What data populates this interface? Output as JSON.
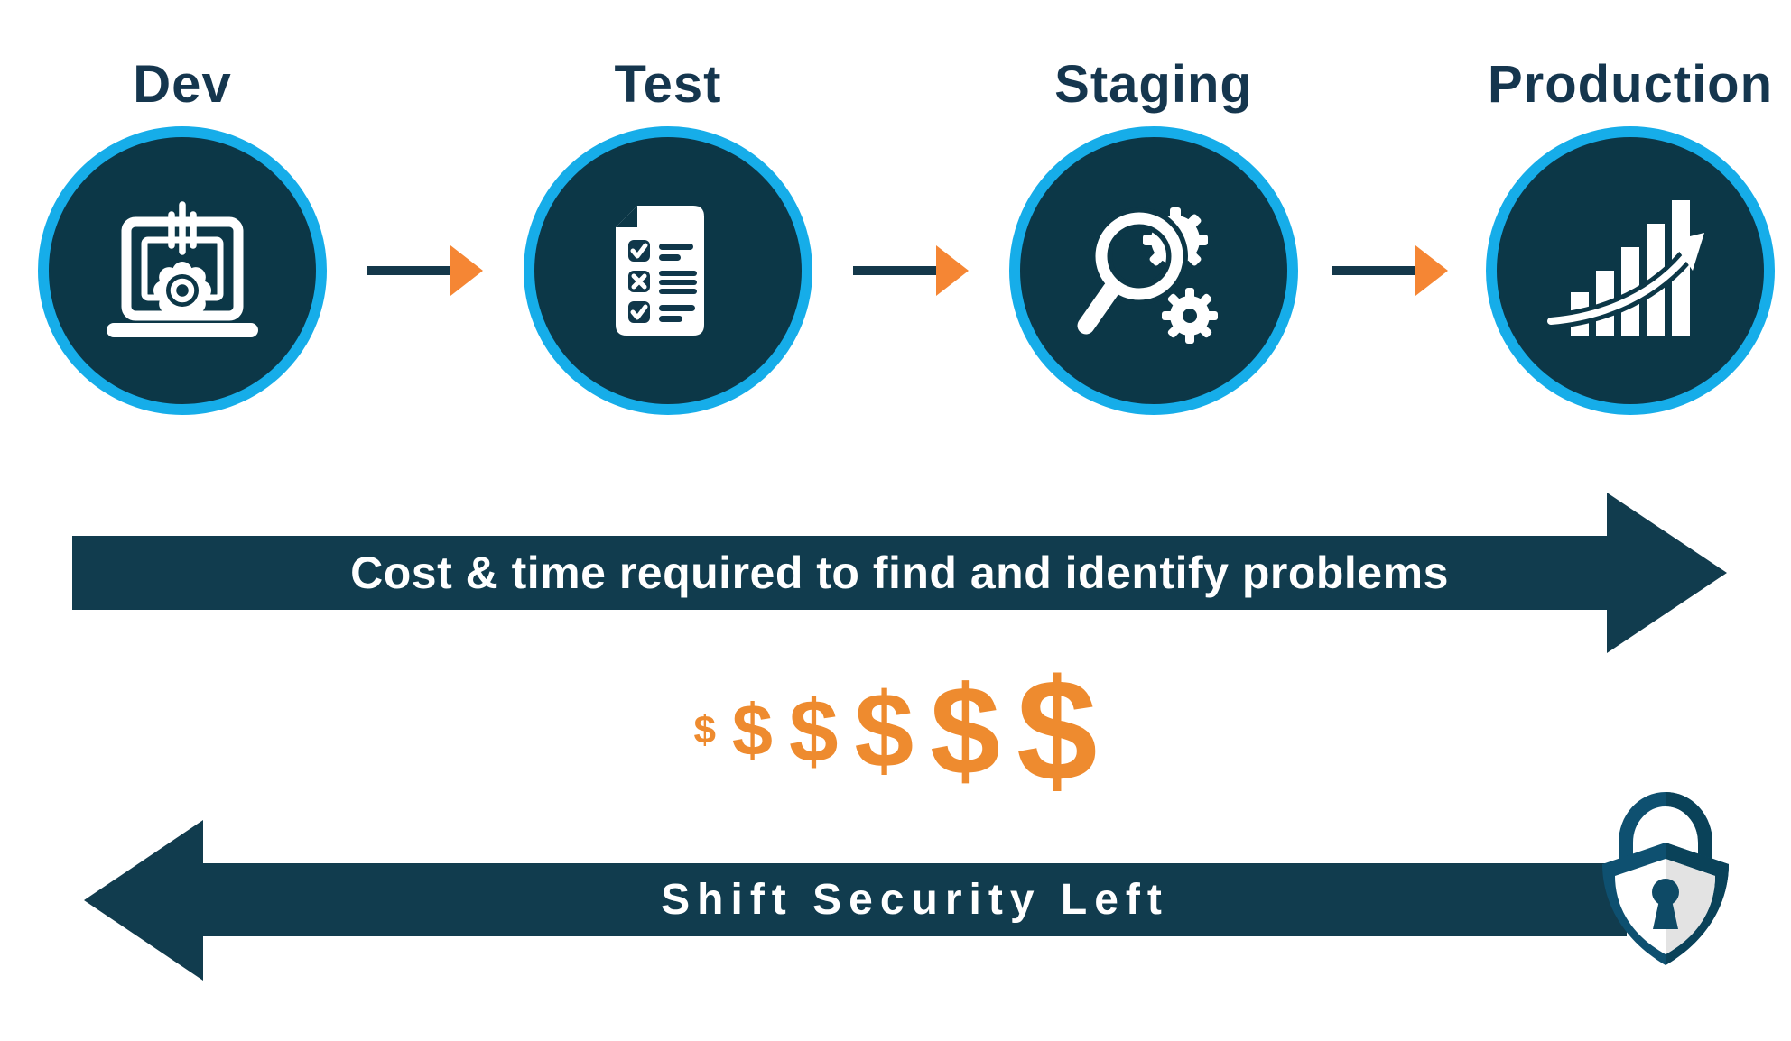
{
  "stages": [
    {
      "label": "Dev",
      "icon": "laptop-gear-icon"
    },
    {
      "label": "Test",
      "icon": "checklist-icon"
    },
    {
      "label": "Staging",
      "icon": "magnifier-gears-icon"
    },
    {
      "label": "Production",
      "icon": "growth-chart-icon"
    }
  ],
  "cost_arrow": {
    "label": "Cost & time required to find and identify problems",
    "direction": "right"
  },
  "dollars": [
    "$",
    "$",
    "$",
    "$",
    "$",
    "$"
  ],
  "shift_arrow": {
    "label": "Shift Security Left",
    "direction": "left",
    "icon": "shield-lock-icon"
  },
  "colors": {
    "dark_teal": "#113c4e",
    "circle_fill": "#0c3747",
    "ring_blue": "#16ade9",
    "orange": "#f58634",
    "dollar_orange": "#ee8b2f",
    "shield_outline": "#0e5070",
    "shield_inner_gray": "#e3e3e3",
    "label_navy": "#15364e"
  }
}
